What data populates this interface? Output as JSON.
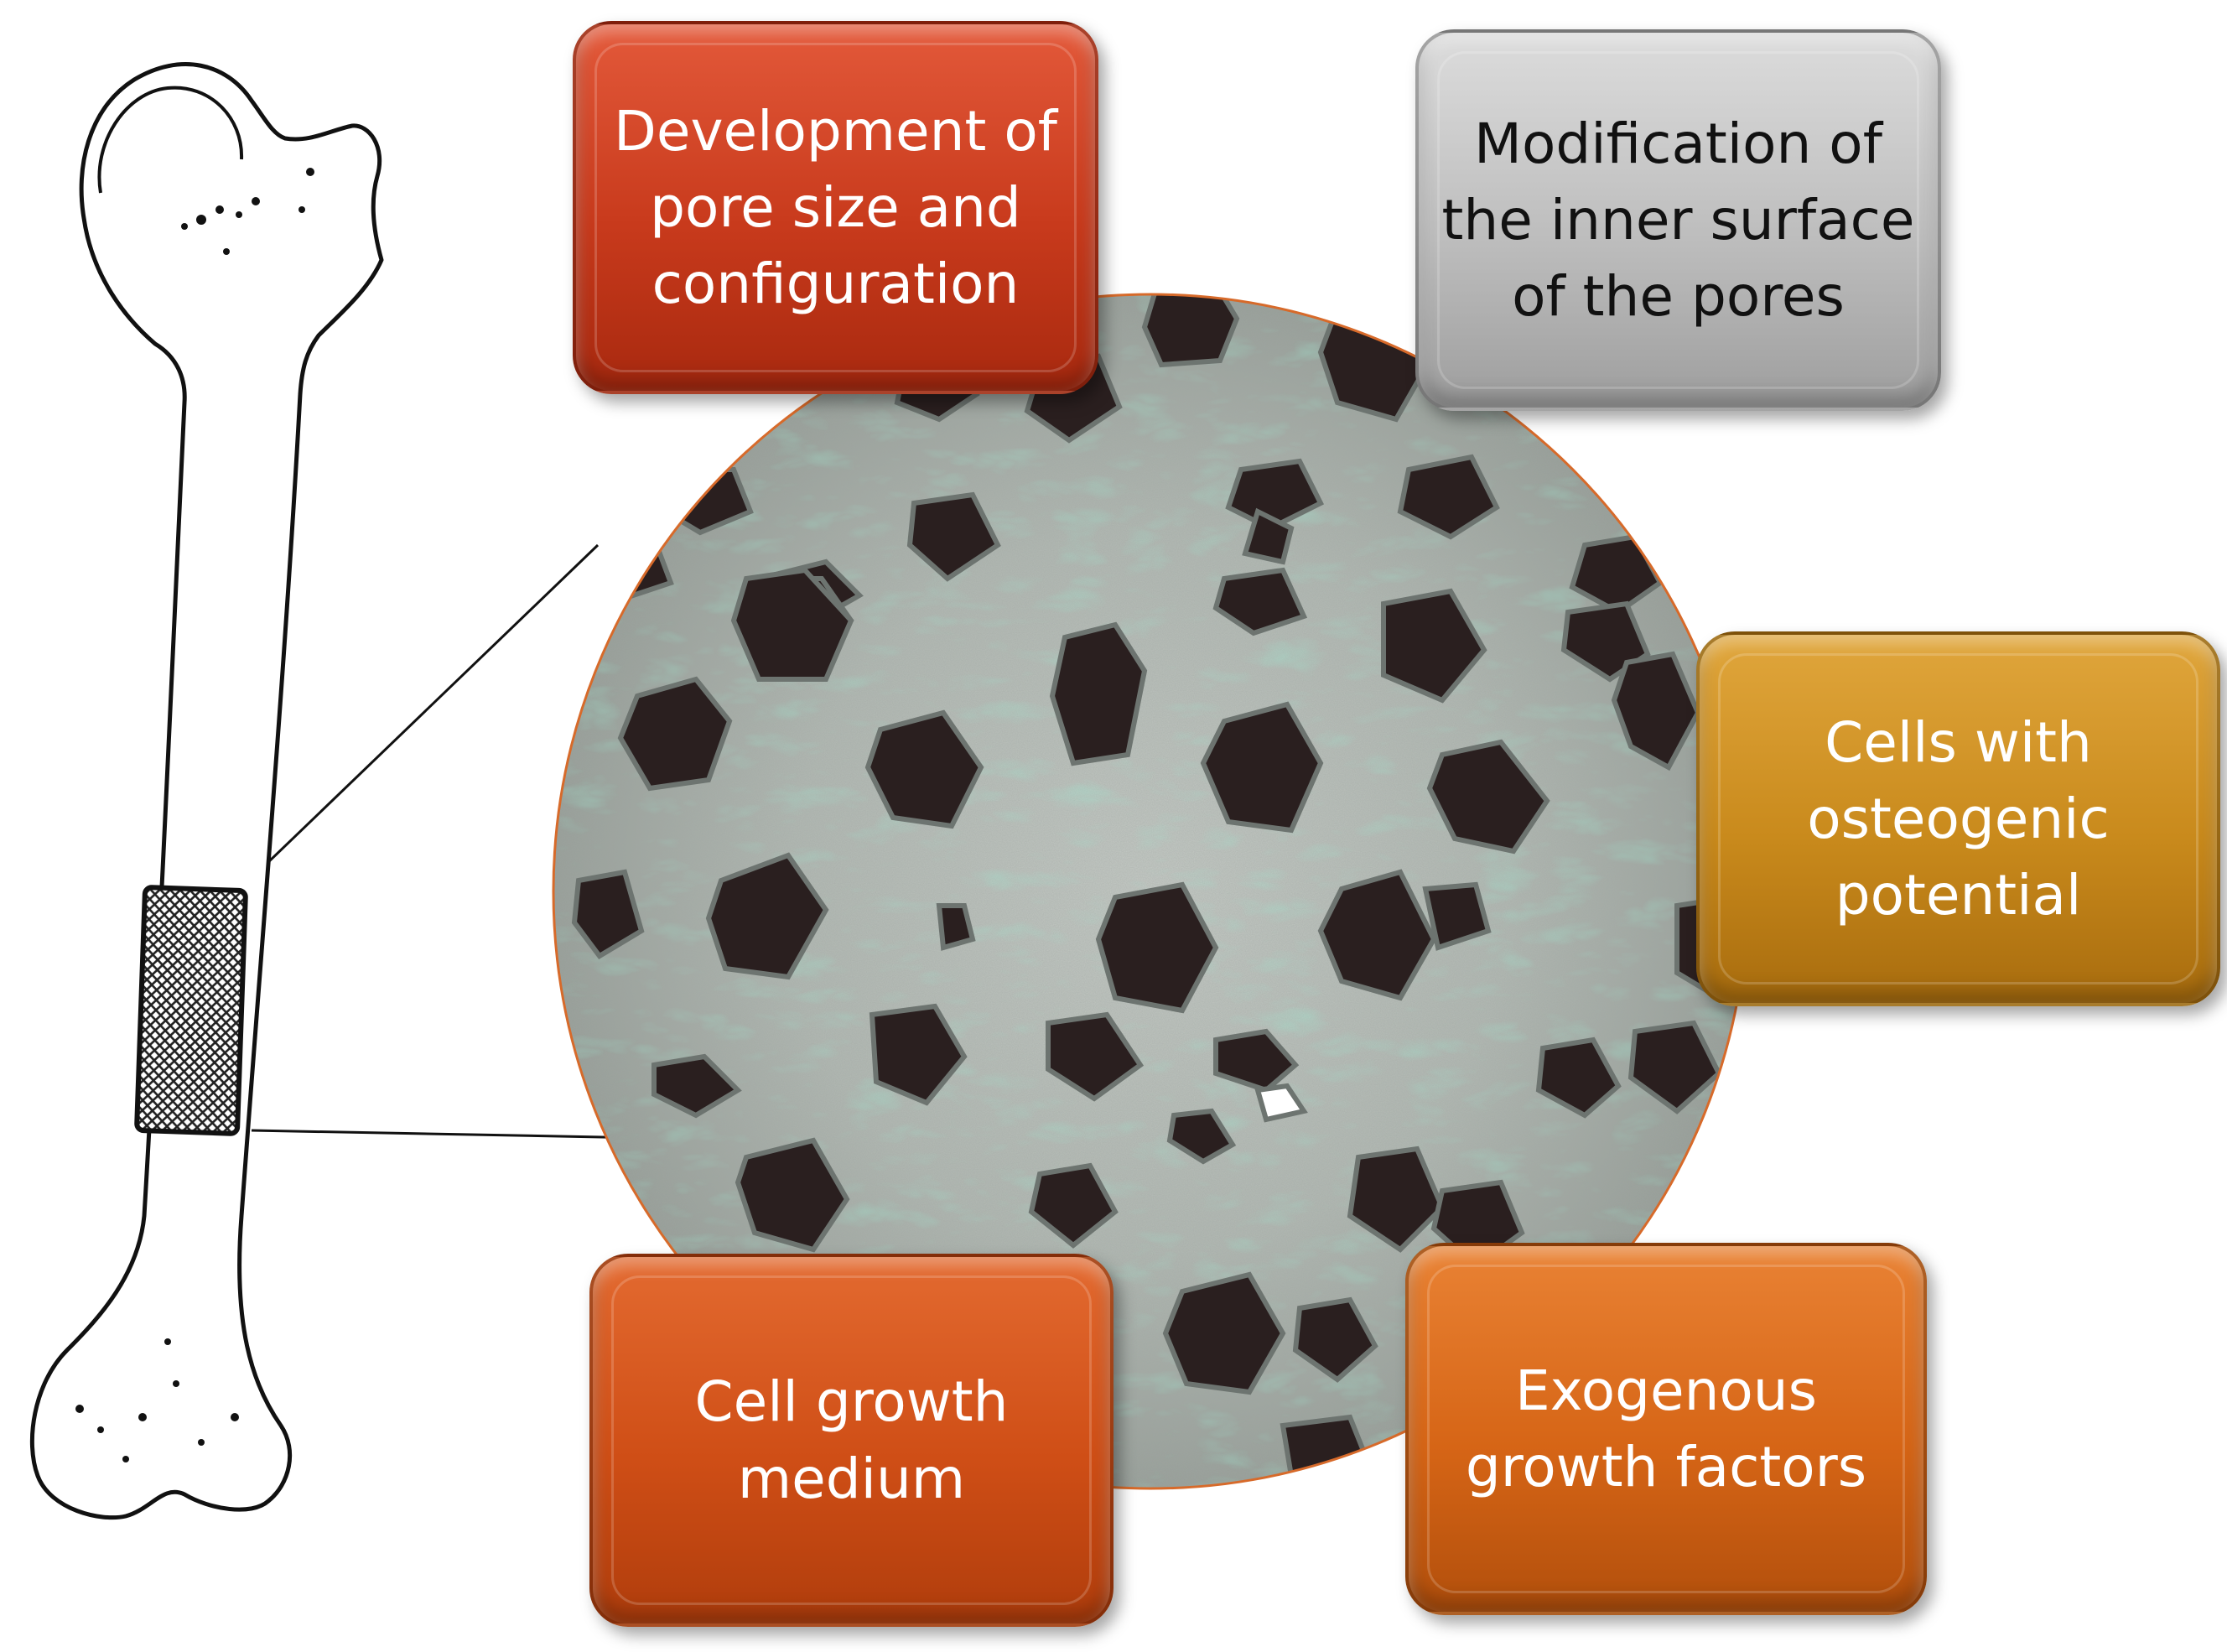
{
  "diagram": {
    "boxes": [
      {
        "id": "box-tl",
        "text": "Development of\npore size and\nconfiguration",
        "text_color": "#ffffff",
        "fill": "#c83a1c"
      },
      {
        "id": "box-tr",
        "text": "Modification of\nthe inner surface\nof the pores",
        "text_color": "#111111",
        "fill": "#bdbdbd"
      },
      {
        "id": "box-r",
        "text": "Cells with\nosteogenic\npotential",
        "text_color": "#ffffff",
        "fill": "#c98a1c"
      },
      {
        "id": "box-bl",
        "text": "Cell growth\nmedium",
        "text_color": "#ffffff",
        "fill": "#cf4e16"
      },
      {
        "id": "box-br",
        "text": "Exogenous\ngrowth factors",
        "text_color": "#ffffff",
        "fill": "#d66516"
      }
    ],
    "images": {
      "femur": "femur-bone-illustration",
      "scaffold": "porous-bone-scaffold-micrograph",
      "implant": "crosshatched-scaffold-segment"
    },
    "colors": {
      "scaffold_base": "#b9bdb9",
      "scaffold_tint": "#5fbfa0",
      "pore": "#2a1f1f",
      "circle_outline": "#d76a2a"
    }
  }
}
